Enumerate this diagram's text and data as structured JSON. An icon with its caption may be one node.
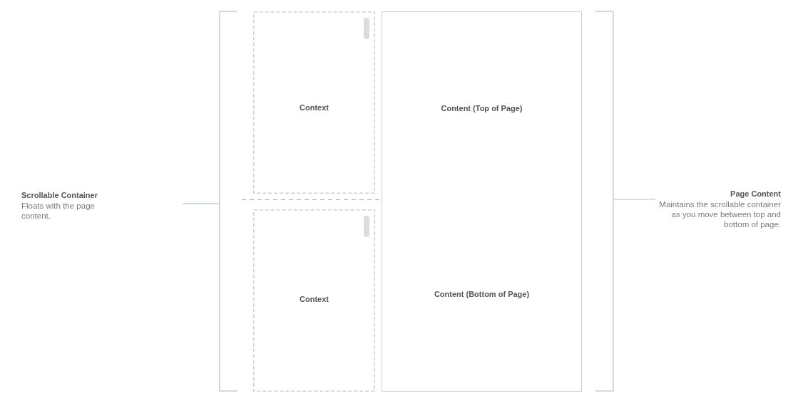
{
  "diagram": {
    "nodes": [
      {
        "text": [
          "Scrollable Container",
          "Floats with the page content."
        ]
      },
      {
        "text": [],
        "shape": "bracket"
      },
      {
        "text": [
          "Context"
        ]
      },
      {
        "text": [
          "Context"
        ]
      },
      {
        "text": [
          "Content (Top of Page)",
          "Content (Bottom of Page)"
        ]
      },
      {
        "text": [],
        "shape": "bracket"
      },
      {
        "text": [
          "Page Content",
          "Maintains the scrollable container as you move between top and bottom of page."
        ]
      }
    ],
    "edges": [
      {
        "from": null,
        "to": 1,
        "arrow": "none"
      },
      {
        "from": 6,
        "to": 5,
        "arrow": "none"
      }
    ]
  }
}
